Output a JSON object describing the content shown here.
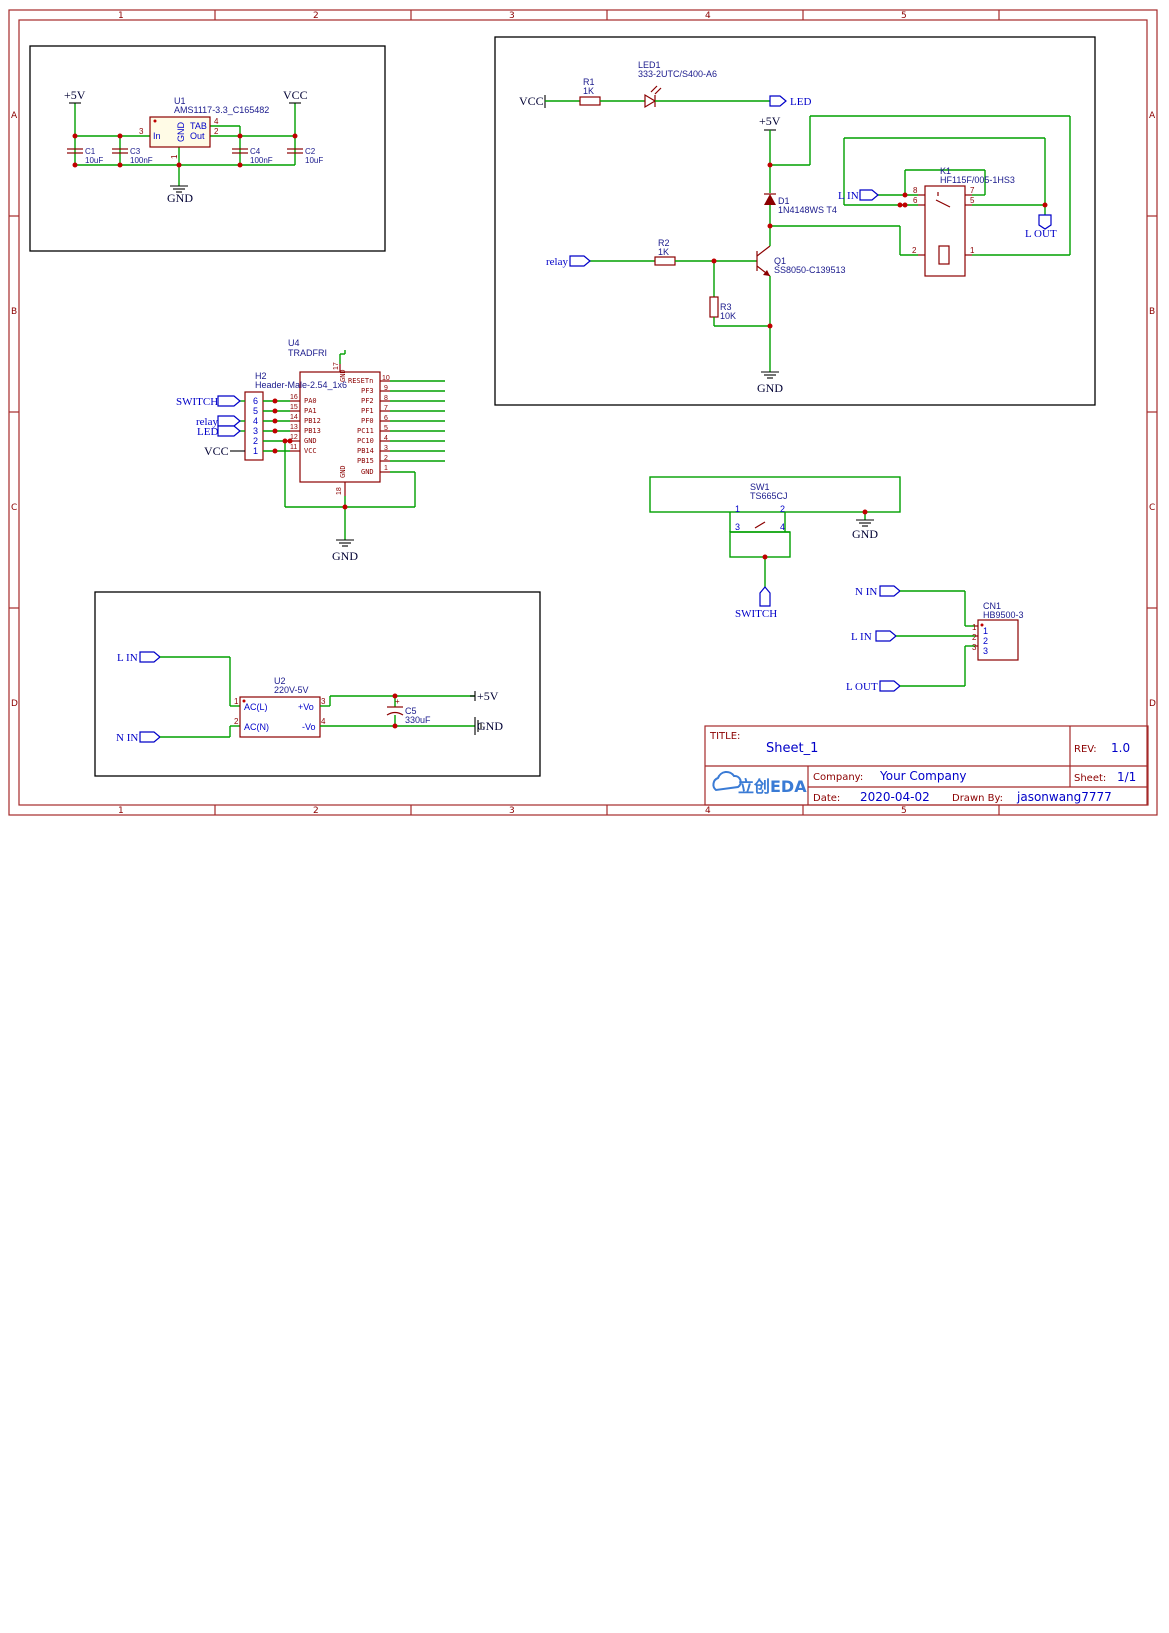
{
  "frame": {
    "columns": [
      "1",
      "2",
      "3",
      "4",
      "5"
    ],
    "rows": [
      "A",
      "B",
      "C",
      "D"
    ]
  },
  "title_block": {
    "title_label": "TITLE:",
    "title": "Sheet_1",
    "rev_label": "REV:",
    "rev": "1.0",
    "company_label": "Company:",
    "company": "Your Company",
    "sheet_label": "Sheet:",
    "sheet": "1/1",
    "date_label": "Date:",
    "date": "2020-04-02",
    "drawn_label": "Drawn By:",
    "drawn_by": "jasonwang7777",
    "logo_text": "立创EDA"
  },
  "regulator": {
    "u1_ref": "U1",
    "u1_part": "AMS1117-3.3_C165482",
    "pin_in": "In",
    "pin_gnd": "GND",
    "pin_tab": "TAB",
    "pin_out": "Out",
    "pin3": "3",
    "pin4": "4",
    "pin2": "2",
    "pin1": "1",
    "p5v": "+5V",
    "vcc": "VCC",
    "gnd": "GND",
    "c1_ref": "C1",
    "c1_val": "10uF",
    "c3_ref": "C3",
    "c3_val": "100nF",
    "c4_ref": "C4",
    "c4_val": "100nF",
    "c2_ref": "C2",
    "c2_val": "10uF"
  },
  "relay_driver": {
    "vcc": "VCC",
    "r1_ref": "R1",
    "r1_val": "1K",
    "led1_ref": "LED1",
    "led1_part": "333-2UTC/S400-A6",
    "led_net": "LED",
    "p5v": "+5V",
    "d1_ref": "D1",
    "d1_part": "1N4148WS T4",
    "k1_ref": "K1",
    "k1_part": "HF115F/005-1HS3",
    "lin": "L IN",
    "lout": "L OUT",
    "k1_pins": [
      "8",
      "6",
      "7",
      "5",
      "2",
      "1"
    ],
    "relay_net": "relay",
    "r2_ref": "R2",
    "r2_val": "1K",
    "q1_ref": "Q1",
    "q1_part": "SS8050-C139513",
    "r3_ref": "R3",
    "r3_val": "10K",
    "gnd": "GND"
  },
  "module": {
    "u4_ref": "U4",
    "u4_part": "TRADFRI",
    "h2_ref": "H2",
    "h2_part": "Header-Male-2.54_1x6",
    "nets": [
      "SWITCH",
      "relay",
      "LED",
      "VCC"
    ],
    "header_pins": [
      "6",
      "5",
      "4",
      "3",
      "2",
      "1"
    ],
    "left_pins": [
      {
        "num": "16",
        "name": "PA0"
      },
      {
        "num": "15",
        "name": "PA1"
      },
      {
        "num": "14",
        "name": "PB12"
      },
      {
        "num": "13",
        "name": "PB13"
      },
      {
        "num": "12",
        "name": "GND"
      },
      {
        "num": "11",
        "name": "VCC"
      }
    ],
    "right_pins": [
      {
        "num": "10",
        "name": "RESETn"
      },
      {
        "num": "9",
        "name": "PF3"
      },
      {
        "num": "8",
        "name": "PF2"
      },
      {
        "num": "7",
        "name": "PF1"
      },
      {
        "num": "6",
        "name": "PF0"
      },
      {
        "num": "5",
        "name": "PC11"
      },
      {
        "num": "4",
        "name": "PC10"
      },
      {
        "num": "3",
        "name": "PB14"
      },
      {
        "num": "2",
        "name": "PB15"
      },
      {
        "num": "1",
        "name": "GND"
      }
    ],
    "top_pin": "17",
    "top_name": "GND",
    "bottom_pin": "18",
    "bottom_name": "GND",
    "gnd": "GND"
  },
  "switch": {
    "sw1_ref": "SW1",
    "sw1_part": "TS665CJ",
    "pins": [
      "1",
      "2",
      "3",
      "4"
    ],
    "gnd": "GND",
    "net": "SWITCH"
  },
  "power": {
    "lin": "L IN",
    "nin": "N IN",
    "u2_ref": "U2",
    "u2_part": "220V-5V",
    "acl": "AC(L)",
    "acn": "AC(N)",
    "pvo": "+Vo",
    "nvo": "-Vo",
    "pins": [
      "1",
      "2",
      "3",
      "4"
    ],
    "c5_ref": "C5",
    "c5_val": "330uF",
    "c5_plus": "+",
    "p5v": "+5V",
    "gnd": "GND"
  },
  "connector": {
    "nin": "N IN",
    "lin": "L IN",
    "lout": "L OUT",
    "cn1_ref": "CN1",
    "cn1_part": "HB9500-3",
    "pins": [
      "1",
      "2",
      "3"
    ]
  }
}
